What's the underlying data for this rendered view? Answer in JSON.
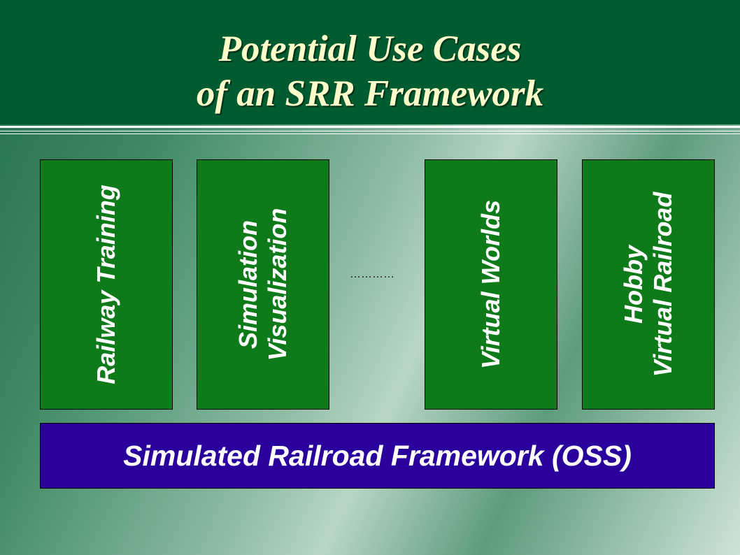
{
  "title": {
    "line1": "Potential Use Cases",
    "line2": "of an SRR Framework"
  },
  "use_cases": [
    {
      "lines": [
        "Railway Training"
      ]
    },
    {
      "lines": [
        "Simulation",
        "Visualization"
      ]
    },
    {
      "lines": [
        "Virtual Worlds"
      ]
    },
    {
      "lines": [
        "Hobby",
        "Virtual Railroad"
      ]
    }
  ],
  "ellipsis": "…………",
  "framework": {
    "label": "Simulated Railroad Framework (OSS)"
  },
  "colors": {
    "header": "#005c30",
    "title_text": "#ffffcc",
    "use_case_box": "#0f7a1a",
    "framework_box": "#2a009c"
  }
}
